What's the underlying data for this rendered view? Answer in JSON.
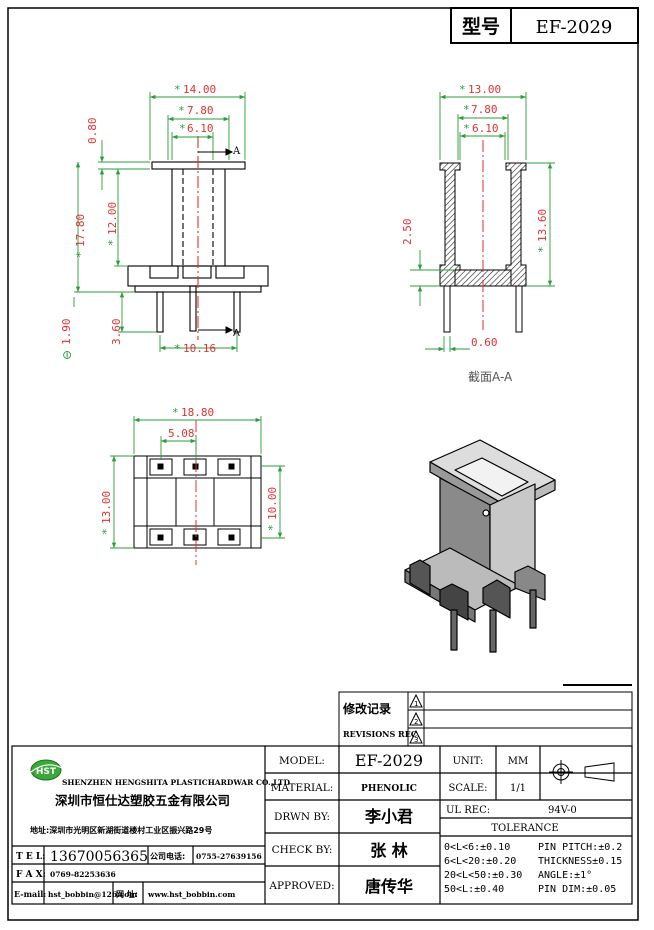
{
  "title_block": {
    "model_cn": "型号",
    "model_value": "EF-2029"
  },
  "dimensions": {
    "front_width": "14.00",
    "front_inner_width": "7.80",
    "front_core_width": "6.10",
    "front_flange_thickness": "0.80",
    "front_total_height": "17.80",
    "front_winding_height": "12.00",
    "front_pin_length": "3.60",
    "front_pin_diameter": "1.90",
    "front_pin_spacing": "10.16",
    "section_width": "13.00",
    "section_inner_width": "7.80",
    "section_core_width": "6.10",
    "section_base_height": "2.50",
    "section_height": "13.60",
    "section_wall": "0.60",
    "bottom_width": "18.80",
    "bottom_pin_spacing": "5.08",
    "bottom_depth": "13.00",
    "bottom_inner_depth": "10.00"
  },
  "section_marker": "A",
  "section_label": "截面A-A",
  "circle_symbol": "⊖",
  "star": "*",
  "revision": {
    "label_cn": "修改记录",
    "label_en": "REVISIONS REC.",
    "marks": [
      "1",
      "2",
      "3"
    ]
  },
  "company": {
    "logo_text": "HST",
    "name_en": "SHENZHEN HENGSHITA PLASTICHARDWAR CO.,LTD",
    "name_cn": "深圳市恒仕达塑胶五金有限公司",
    "address": "地址:深圳市光明区新湖街道楼村工业区振兴路29号",
    "tel_label": "T E L:",
    "tel_value": "13670056365",
    "company_phone_label": "公司电话:",
    "company_phone_value": "0755-27639156",
    "fax_label": "F A X:",
    "fax_value": "0769-82253636",
    "email_label": "E-mail:",
    "email_value": "hst_bobbin@126.com",
    "web_label": "网 址:",
    "web_value": "www.hst_bobbin.com"
  },
  "fields": {
    "model_label": "MODEL:",
    "model_value": "EF-2029",
    "material_label": "MATERIAL:",
    "material_value": "PHENOLIC",
    "drawn_label": "DRWN BY:",
    "drawn_value": "李小君",
    "check_label": "CHECK BY:",
    "check_value": "张   林",
    "approved_label": "APPROVED:",
    "approved_value": "唐传华",
    "unit_label": "UNIT:",
    "unit_value": "MM",
    "scale_label": "SCALE:",
    "scale_value": "1/1",
    "ul_label": "UL REC:",
    "ul_value": "94V-0"
  },
  "tolerance": {
    "title": "TOLERANCE",
    "left": [
      "0<L<6:±0.10",
      "6<L<20:±0.20",
      "20<L<50:±0.30",
      "50<L:±0.40"
    ],
    "right": [
      "PIN PITCH:±0.2",
      "THICKNESS±0.15",
      "ANGLE:±1°",
      "PIN DIM:±0.05"
    ]
  }
}
